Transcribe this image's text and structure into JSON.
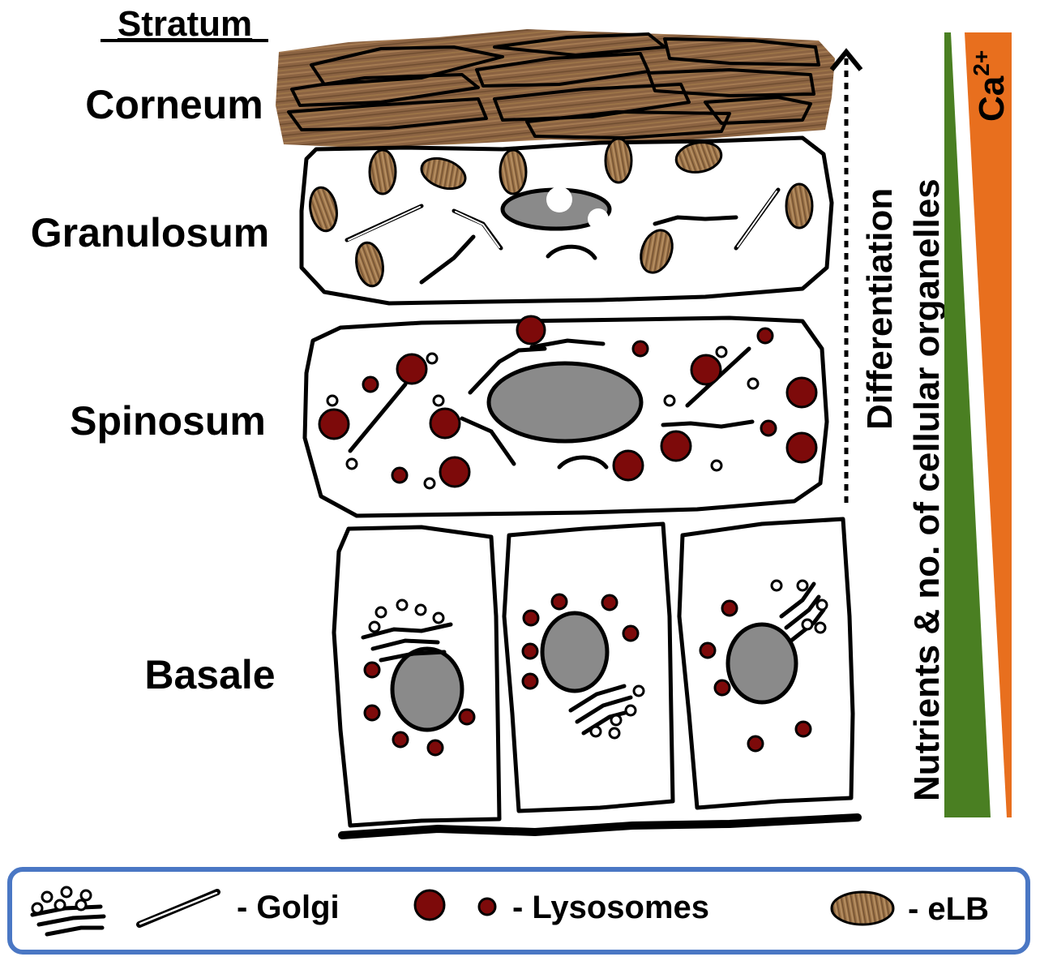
{
  "layers": {
    "heading": "Stratum",
    "corneum": "Corneum",
    "granulosum": "Granulosum",
    "spinosum": "Spinosum",
    "basale": "Basale"
  },
  "arrows": {
    "differentiation": "Differentiation",
    "nutrients": "Nutrients & no. of cellular organelles",
    "calcium_base": "Ca",
    "calcium_sup": "2+"
  },
  "legend": {
    "golgi": "- Golgi",
    "lysosomes": "- Lysosomes",
    "elb": "- eLB"
  },
  "colors": {
    "nutrients_wedge": "#4a7f22",
    "calcium_wedge": "#e86f1e",
    "lysosome": "#7d0a0a",
    "nucleus": "#8a8a8a",
    "elb": "#9b7347",
    "corneum": "#8b6342",
    "legend_border": "#4a77c4"
  }
}
